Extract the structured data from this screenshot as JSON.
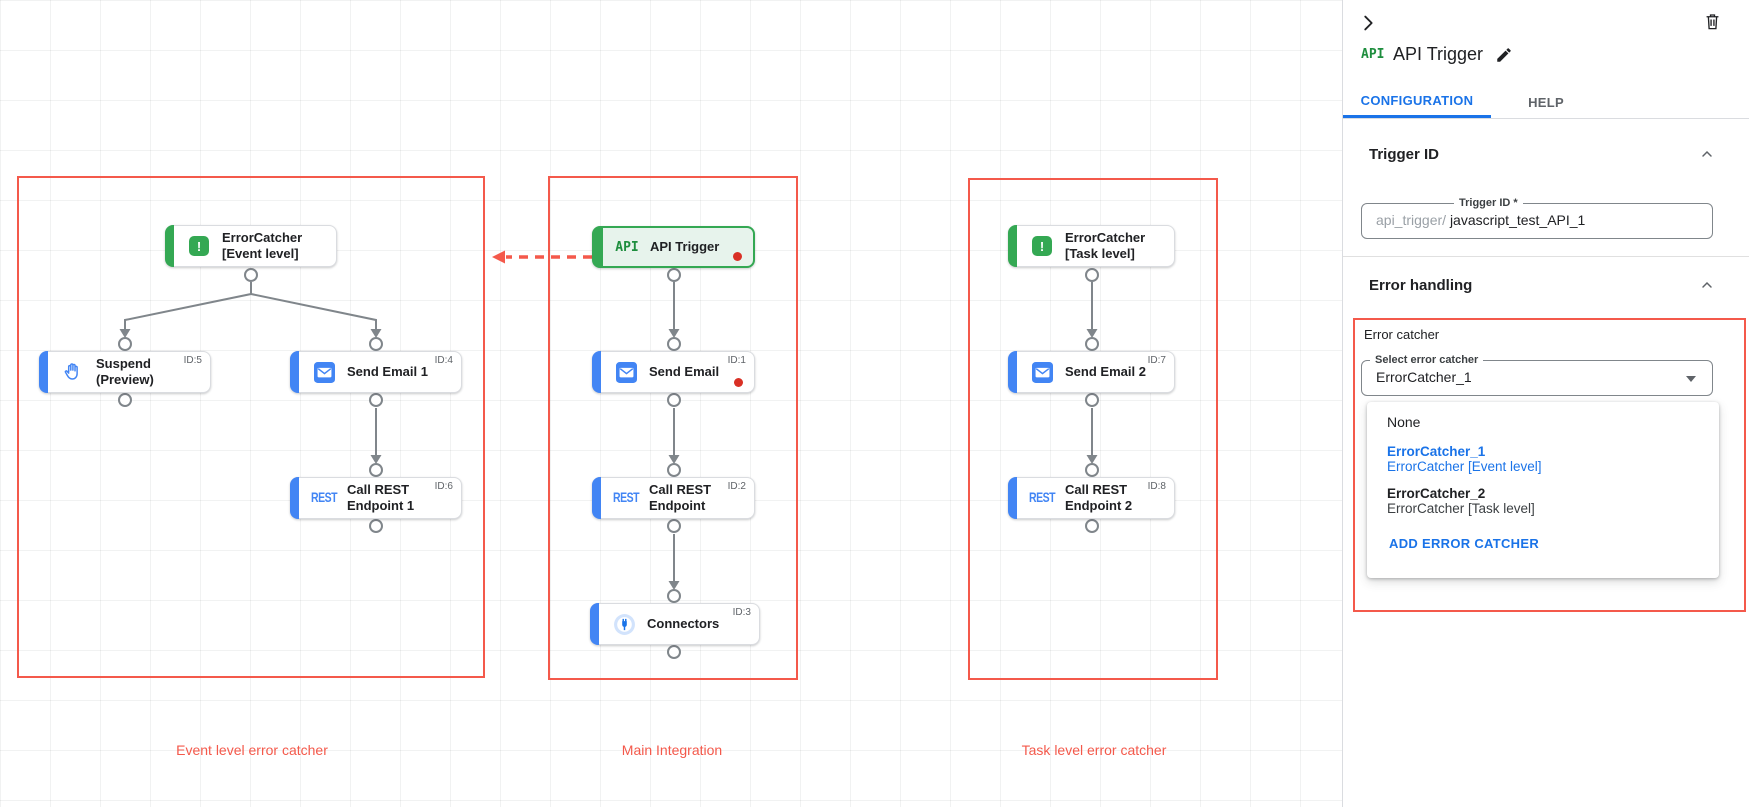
{
  "colors": {
    "annotation_red": "#f4594b",
    "node_blue": "#4285f4",
    "node_green": "#34a853",
    "accent_blue": "#1a73e8",
    "status_dot_red": "#d93025"
  },
  "canvas": {
    "groups": [
      {
        "label": "Event level error catcher"
      },
      {
        "label": "Main Integration"
      },
      {
        "label": "Task level error catcher"
      }
    ],
    "icon_texts": {
      "error": "!",
      "rest": "REST",
      "api": "API"
    },
    "nodes": [
      {
        "line1": "ErrorCatcher",
        "line2": "[Event level]",
        "badge": "",
        "icon": "error"
      },
      {
        "line1": "Suspend",
        "line2": "(Preview)",
        "badge": "ID:5",
        "icon": "hand"
      },
      {
        "line1": "Send Email 1",
        "line2": "",
        "badge": "ID:4",
        "icon": "mail"
      },
      {
        "line1": "Call REST",
        "line2": "Endpoint 1",
        "badge": "ID:6",
        "icon": "rest"
      },
      {
        "line1": "API Trigger",
        "line2": "",
        "badge": "",
        "icon": "api"
      },
      {
        "line1": "Send Email",
        "line2": "",
        "badge": "ID:1",
        "icon": "mail"
      },
      {
        "line1": "Call REST",
        "line2": "Endpoint",
        "badge": "ID:2",
        "icon": "rest"
      },
      {
        "line1": "Connectors",
        "line2": "",
        "badge": "ID:3",
        "icon": "plug"
      },
      {
        "line1": "ErrorCatcher",
        "line2": "[Task level]",
        "badge": "",
        "icon": "error"
      },
      {
        "line1": "Send Email 2",
        "line2": "",
        "badge": "ID:7",
        "icon": "mail"
      },
      {
        "line1": "Call REST",
        "line2": "Endpoint 2",
        "badge": "ID:8",
        "icon": "rest"
      }
    ]
  },
  "panel": {
    "logo_text": "API",
    "title": "API Trigger",
    "tabs": [
      {
        "label": "CONFIGURATION"
      },
      {
        "label": "HELP"
      }
    ],
    "trigger_id": {
      "heading": "Trigger ID",
      "field_label": "Trigger ID *",
      "prefix": "api_trigger/",
      "value": "javascript_test_API_1"
    },
    "error_handling": {
      "heading": "Error handling",
      "group_label": "Error catcher",
      "select_label": "Select error catcher",
      "selected_value": "ErrorCatcher_1",
      "options": [
        {
          "name": "None",
          "desc": ""
        },
        {
          "name": "ErrorCatcher_1",
          "desc": "ErrorCatcher [Event level]"
        },
        {
          "name": "ErrorCatcher_2",
          "desc": "ErrorCatcher [Task level]"
        }
      ],
      "add_button": "ADD ERROR CATCHER"
    }
  }
}
